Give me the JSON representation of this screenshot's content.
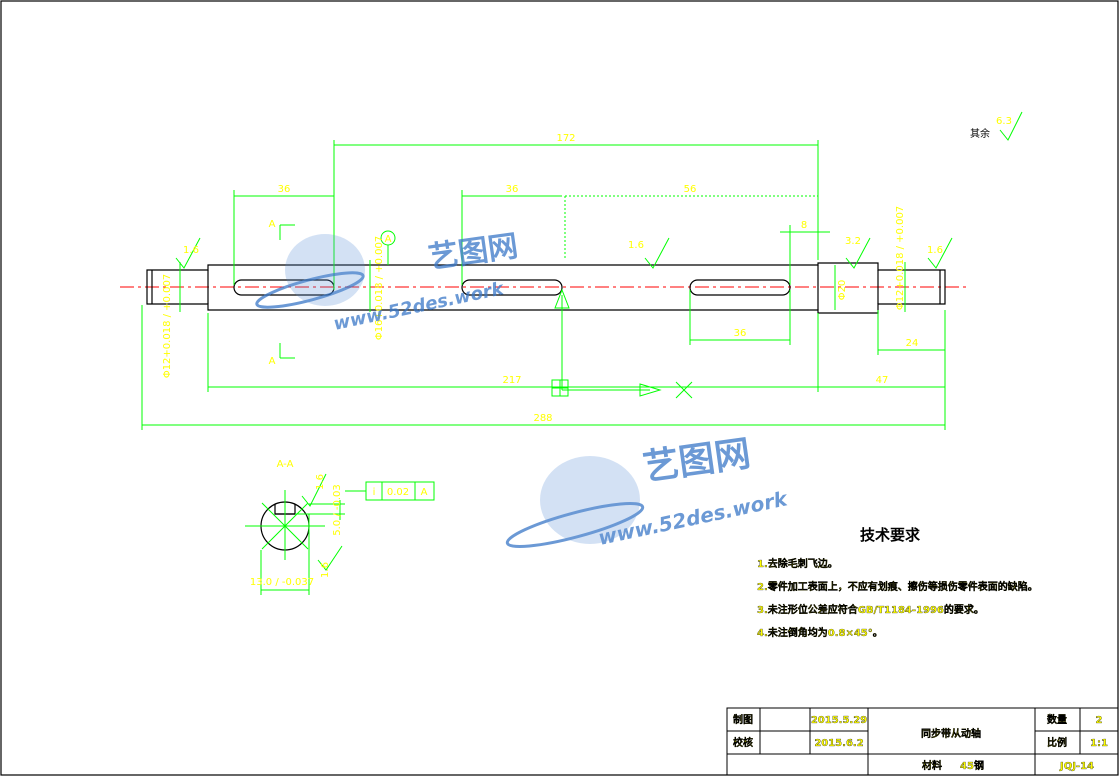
{
  "title_block": {
    "drawn_label": "制图",
    "drawn_date": "2015.5.29",
    "checked_label": "校核",
    "checked_date": "2015.6.2",
    "part_name": "同步带从动轴",
    "qty_label": "数量",
    "qty_value": "2",
    "scale_label": "比例",
    "scale_value": "1:1",
    "material_label": "材料",
    "material_value": "45钢",
    "drawing_no": "JQJ-14"
  },
  "dims": {
    "d172": "172",
    "d36a": "36",
    "d36b": "36",
    "d56": "56",
    "d8": "8",
    "d36c": "36",
    "d24": "24",
    "d217": "217",
    "d47": "47",
    "d288": "288",
    "d20": "Φ20",
    "d12l": "Φ12+0.018 / +0.007",
    "d12r": "Φ12+0.018 / +0.007",
    "d16": "Φ16+0.018 / +0.007",
    "s_a": "A",
    "s_a2": "A",
    "s_datum": "A"
  },
  "roughness": {
    "r1": "1.6",
    "r2": "1.6",
    "r3": "3.2",
    "r4": "1.6",
    "rest_label": "其余",
    "rest_value": "6.3"
  },
  "section": {
    "title": "A-A",
    "r_top": "1.6",
    "r_bottom": "1.6",
    "d5": "5.0  / -0.03",
    "d13": "13.0 / -0.037",
    "tol_symbol": "i",
    "tol_value": "0.02",
    "tol_datum": "A"
  },
  "tech": {
    "heading": "技术要求",
    "items": [
      "1.去除毛刺飞边。",
      "2.零件加工表面上，不应有划痕、擦伤等损伤零件表面的缺陷。",
      "3.未注形位公差应符合GB/T1184-1996的要求。",
      "4.未注倒角均为0.8×45°。"
    ]
  },
  "watermark": {
    "brand": "艺图网",
    "url": "www.52des.work"
  },
  "colors": {
    "outline": "#000000",
    "dimension": "#00ff00",
    "centerline": "#ff0000",
    "dim_text": "#ffff00",
    "watermark": "#3a78c8"
  }
}
